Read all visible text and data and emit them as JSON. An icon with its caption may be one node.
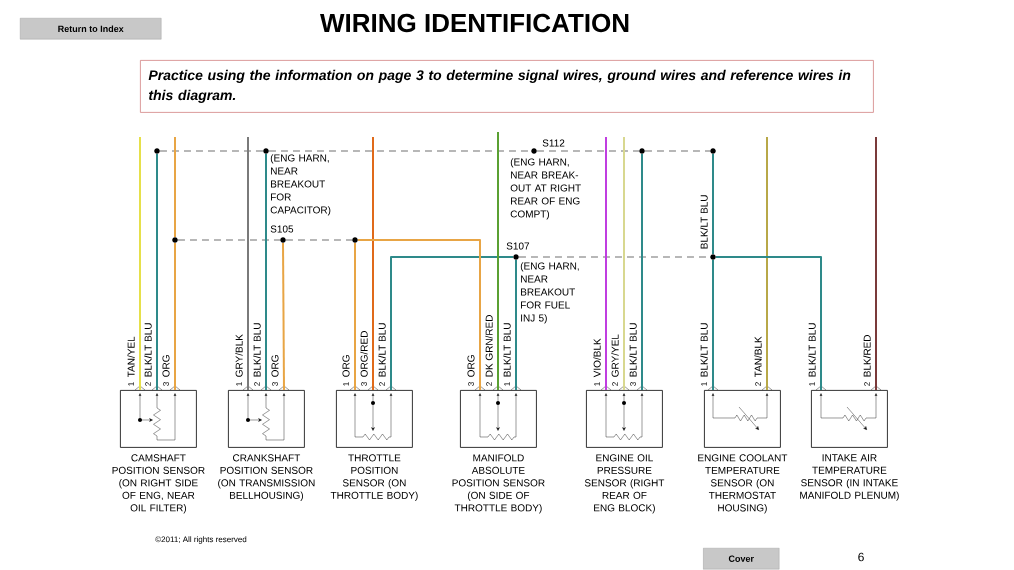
{
  "diagram": {
    "title": "WIRING IDENTIFICATION",
    "nodes": [
      {
        "text": [
          "Return to Index"
        ]
      },
      {
        "text": [
          "Practice using the information on page 3 to determine signal wires, ground wires and reference wires in this diagram."
        ]
      },
      {
        "text": [],
        "shape": "circle"
      },
      {
        "text": [],
        "shape": "circle",
        "beside": [
          "(ENG HARN, NEAR BREAKOUT FOR CAPACITOR)"
        ]
      },
      {
        "text": [],
        "shape": "circle",
        "beside": [
          "S112",
          "(ENG HARN, NEAR BREAK-OUT AT RIGHT REAR OF ENG COMPT)"
        ]
      },
      {
        "text": [],
        "shape": "circle"
      },
      {
        "text": [],
        "shape": "circle"
      },
      {
        "text": [],
        "shape": "circle"
      },
      {
        "text": [],
        "shape": "circle",
        "beside": [
          "S105"
        ]
      },
      {
        "text": [],
        "shape": "circle"
      },
      {
        "text": [],
        "shape": "circle",
        "beside": [
          "S107",
          "(ENG HARN, NEAR BREAKOUT FOR FUEL INJ 5)"
        ]
      },
      {
        "text": [],
        "shape": "circle"
      },
      {
        "text": [
          "CAMSHAFT POSITION SENSOR (ON RIGHT SIDE OF ENG, NEAR OIL FILTER)"
        ]
      },
      {
        "text": [
          "CRANKSHAFT POSITION SENSOR (ON TRANSMISSION BELLHOUSING)"
        ]
      },
      {
        "text": [
          "THROTTLE POSITION SENSOR (ON THROTTLE BODY)"
        ]
      },
      {
        "text": [
          "MANIFOLD ABSOLUTE POSITION SENSOR (ON SIDE OF THROTTLE BODY)"
        ]
      },
      {
        "text": [
          "ENGINE OIL PRESSURE SENSOR (RIGHT REAR OF ENG BLOCK)"
        ]
      },
      {
        "text": [
          "ENGINE COOLANT TEMPERATURE SENSOR (ON THERMOSTAT HOUSING)"
        ]
      },
      {
        "text": [
          "INTAKE AIR TEMPERATURE SENSOR (IN INTAKE MANIFOLD PLENUM)"
        ]
      },
      {
        "text": [
          "Cover"
        ]
      }
    ],
    "edges": [
      {
        "from": 2,
        "to": 3,
        "arrow": "none",
        "style": "dashed",
        "color": "#707070"
      },
      {
        "from": 3,
        "to": 4,
        "arrow": "none",
        "style": "dashed",
        "color": "#707070"
      },
      {
        "from": 4,
        "to": 5,
        "arrow": "none",
        "style": "dashed",
        "color": "#707070"
      },
      {
        "from": 5,
        "to": 6,
        "arrow": "none",
        "style": "dashed",
        "color": "#707070"
      },
      {
        "from": 7,
        "to": 8,
        "arrow": "none",
        "style": "dashed",
        "color": "#707070"
      },
      {
        "from": 8,
        "to": 9,
        "arrow": "none",
        "style": "dashed",
        "color": "#707070"
      },
      {
        "from": 10,
        "to": 11,
        "arrow": "none",
        "style": "dashed",
        "color": "#707070"
      },
      {
        "from": null,
        "to": 12,
        "arrow": "none",
        "label": "TAN/YEL",
        "color": "#e6e04a"
      },
      {
        "from": 2,
        "to": 12,
        "arrow": "none",
        "label": "BLK/LT BLU"
      },
      {
        "from": null,
        "to": 7,
        "arrow": "none",
        "color": "#e8a545"
      },
      {
        "from": 7,
        "to": 12,
        "arrow": "none",
        "label": "ORG",
        "color": "#e8a545"
      },
      {
        "from": null,
        "to": 13,
        "arrow": "none",
        "label": "GRY/BLK",
        "color": "#7a7a7a"
      },
      {
        "from": 3,
        "to": 13,
        "arrow": "none",
        "label": "BLK/LT BLU"
      },
      {
        "from": 8,
        "to": 13,
        "arrow": "none",
        "label": "ORG",
        "color": "#e8a545"
      },
      {
        "from": 9,
        "to": 14,
        "arrow": "none",
        "label": "ORG",
        "color": "#e8a545"
      },
      {
        "from": null,
        "to": 14,
        "arrow": "none",
        "label": "ORG/RED",
        "color": "#e06a1a"
      },
      {
        "from": 10,
        "to": 14,
        "arrow": "none",
        "label": "BLK/LT BLU"
      },
      {
        "from": 9,
        "to": 15,
        "arrow": "none",
        "label": "ORG",
        "color": "#e8a545"
      },
      {
        "from": null,
        "to": 15,
        "arrow": "none",
        "label": "DK GRN/RED",
        "color": "#5aa032"
      },
      {
        "from": 10,
        "to": 15,
        "arrow": "none",
        "label": "BLK/LT BLU"
      },
      {
        "from": null,
        "to": 16,
        "arrow": "none",
        "label": "VIO/BLK",
        "color": "#c03ee0"
      },
      {
        "from": null,
        "to": 16,
        "arrow": "none",
        "label": "GRY/YEL",
        "color": "#d8d890"
      },
      {
        "from": 5,
        "to": 16,
        "arrow": "none",
        "label": "BLK/LT BLU"
      },
      {
        "from": 6,
        "to": 11,
        "arrow": "none",
        "label": "BLK/LT BLU"
      },
      {
        "from": 11,
        "to": 17,
        "arrow": "none",
        "label": "BLK/LT BLU"
      },
      {
        "from": null,
        "to": 17,
        "arrow": "none",
        "label": "TAN/BLK",
        "color": "#b8a848"
      },
      {
        "from": 11,
        "to": 18,
        "arrow": "none",
        "label": "BLK/LT BLU"
      },
      {
        "from": null,
        "to": 18,
        "arrow": "none",
        "label": "BLK/RED",
        "color": "#7a3a3a"
      }
    ],
    "labels": [
      "1",
      "2",
      "3",
      "1",
      "2",
      "3",
      "1",
      "3",
      "2",
      "3",
      "2",
      "1",
      "1",
      "2",
      "3",
      "1",
      "2",
      "1",
      "2",
      "©2011; All rights reserved",
      "6"
    ]
  }
}
